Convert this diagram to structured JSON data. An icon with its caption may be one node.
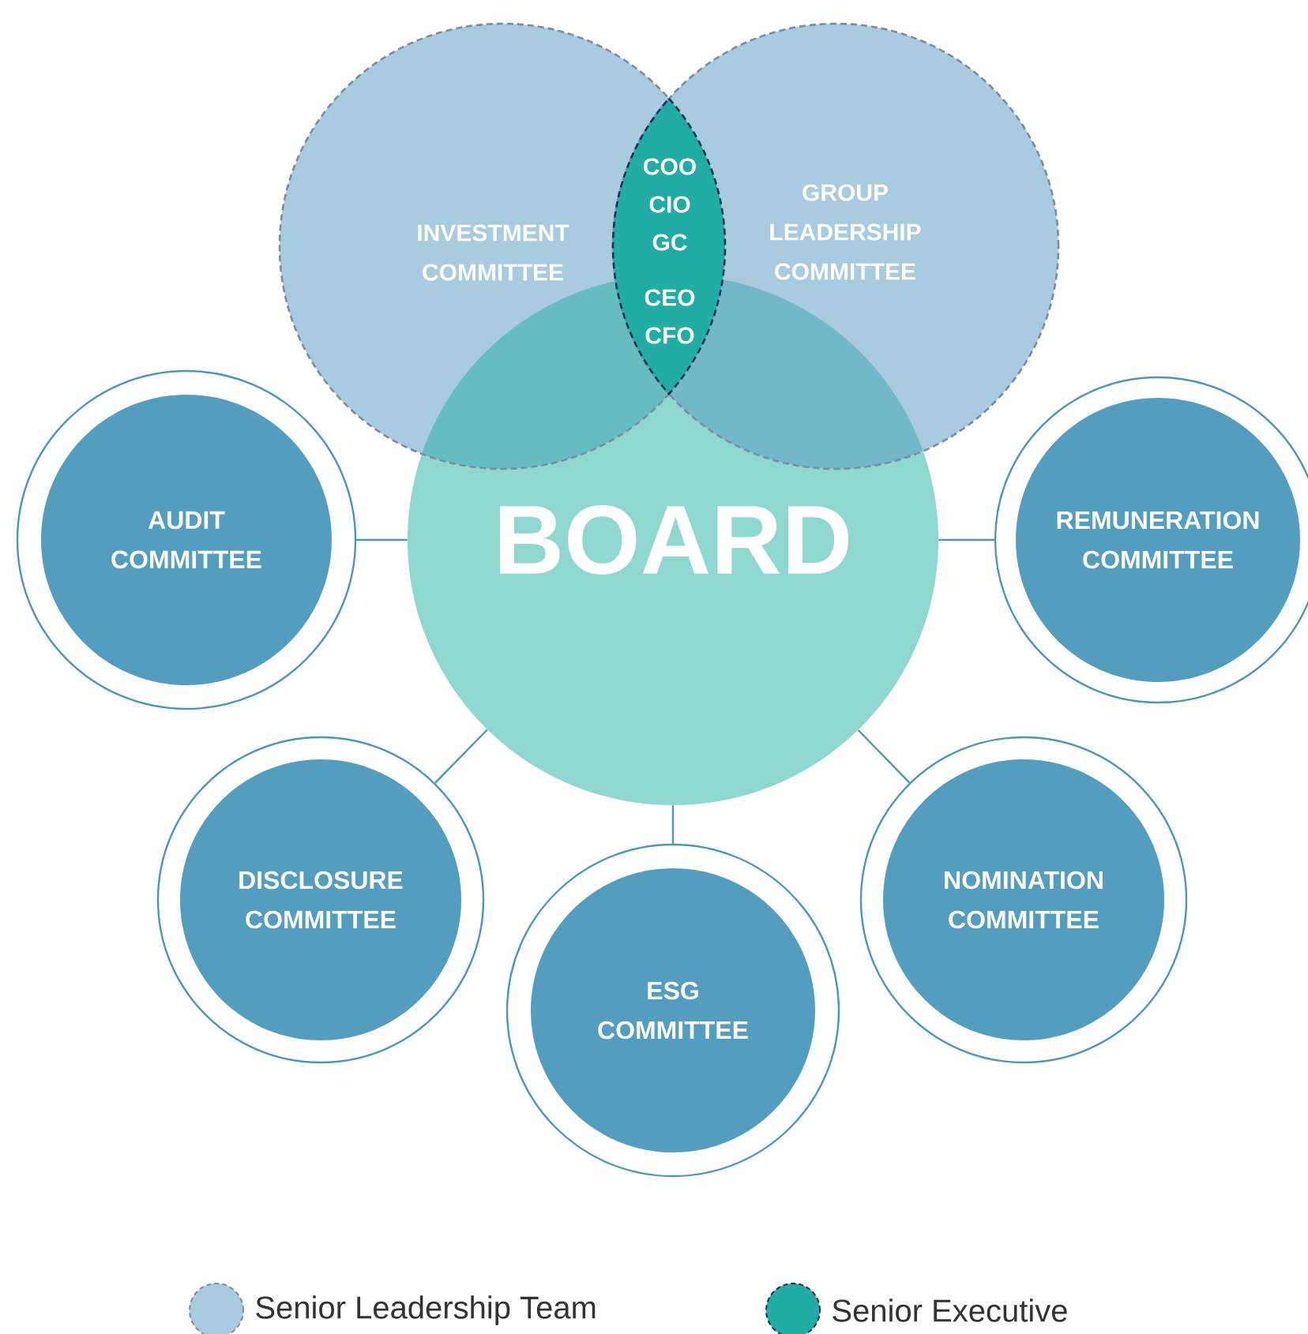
{
  "diagram": {
    "nodes": [
      {
        "text": [
          "INVESTMENT COMMITTEE"
        ]
      },
      {
        "text": [
          "COO CIO GC",
          "CEO CFO"
        ]
      },
      {
        "text": [
          "GROUP LEADERSHIP COMMITTEE"
        ]
      },
      {
        "text": [
          "BOARD"
        ]
      },
      {
        "text": [
          "AUDIT COMMITTEE"
        ]
      },
      {
        "text": [
          "REMUNERATION COMMITTEE"
        ]
      },
      {
        "text": [
          "DISCLOSURE COMMITTEE"
        ]
      },
      {
        "text": [
          "ESG COMMITTEE"
        ]
      },
      {
        "text": [
          "NOMINATION COMMITTEE"
        ]
      }
    ],
    "edges": [
      {
        "from": 3,
        "to": 4,
        "arrow": "none"
      },
      {
        "from": 3,
        "to": 5,
        "arrow": "none"
      },
      {
        "from": 3,
        "to": 6,
        "arrow": "none"
      },
      {
        "from": 3,
        "to": 7,
        "arrow": "none"
      },
      {
        "from": 3,
        "to": 8,
        "arrow": "none"
      }
    ],
    "legend": [
      {
        "text": "Senior Leadership Team",
        "color": "#a8cbdf"
      },
      {
        "text": "Senior Executive",
        "color": "#22ada4"
      }
    ]
  }
}
